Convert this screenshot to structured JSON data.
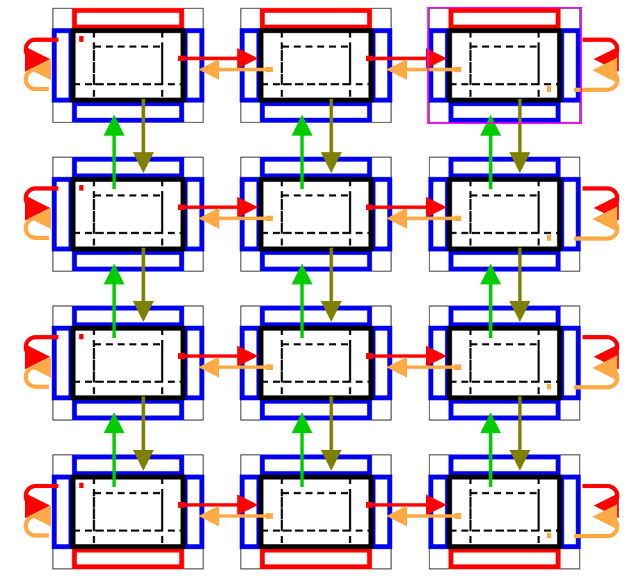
{
  "grid": {
    "rows": 4,
    "cols": 3
  },
  "highlighted_tile": {
    "row": 0,
    "col": 2
  },
  "colors": {
    "core_frame": "#000000",
    "inner_dashed": "#000000",
    "outer_guide": "#000000",
    "neighbor_bar": "#0000ee",
    "boundary_bar": "#ff0000",
    "highlight_frame": "#ff00ff",
    "arrow_red": "#ff0000",
    "arrow_orange": "#ffaa44",
    "arrow_green": "#00cc00",
    "arrow_olive": "#808000",
    "marker_red": "#ff0000",
    "marker_orange": "#ffaa44"
  },
  "legend_semantics": {
    "tile": "domain-tile",
    "blue": "halo-exchange-bar",
    "red_edge": "physical-boundary-bar",
    "arrows": "halo-exchange-arrow"
  }
}
